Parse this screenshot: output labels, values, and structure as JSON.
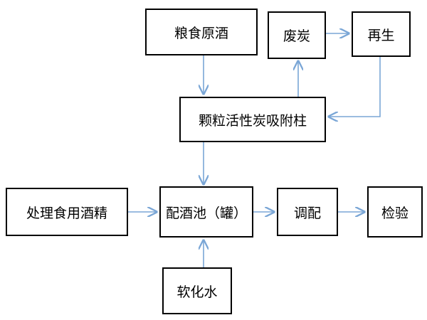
{
  "diagram": {
    "nodes": {
      "grain_base_liquor": "粮食原酒",
      "spent_carbon": "废炭",
      "regeneration": "再生",
      "activated_carbon_column": "颗粒活性炭吸附柱",
      "treated_edible_alcohol": "处理食用酒精",
      "blending_tank": "配酒池（罐）",
      "blending": "调配",
      "inspection": "检验",
      "softened_water": "软化水"
    },
    "edges": [
      {
        "from": "grain_base_liquor",
        "to": "activated_carbon_column"
      },
      {
        "from": "activated_carbon_column",
        "to": "spent_carbon"
      },
      {
        "from": "spent_carbon",
        "to": "regeneration"
      },
      {
        "from": "regeneration",
        "to": "activated_carbon_column"
      },
      {
        "from": "activated_carbon_column",
        "to": "blending_tank"
      },
      {
        "from": "treated_edible_alcohol",
        "to": "blending_tank"
      },
      {
        "from": "softened_water",
        "to": "blending_tank"
      },
      {
        "from": "blending_tank",
        "to": "blending"
      },
      {
        "from": "blending",
        "to": "inspection"
      }
    ],
    "colors": {
      "arrow": "#7aa6d6",
      "box_border": "#000000",
      "text": "#000000",
      "background": "#ffffff"
    }
  }
}
